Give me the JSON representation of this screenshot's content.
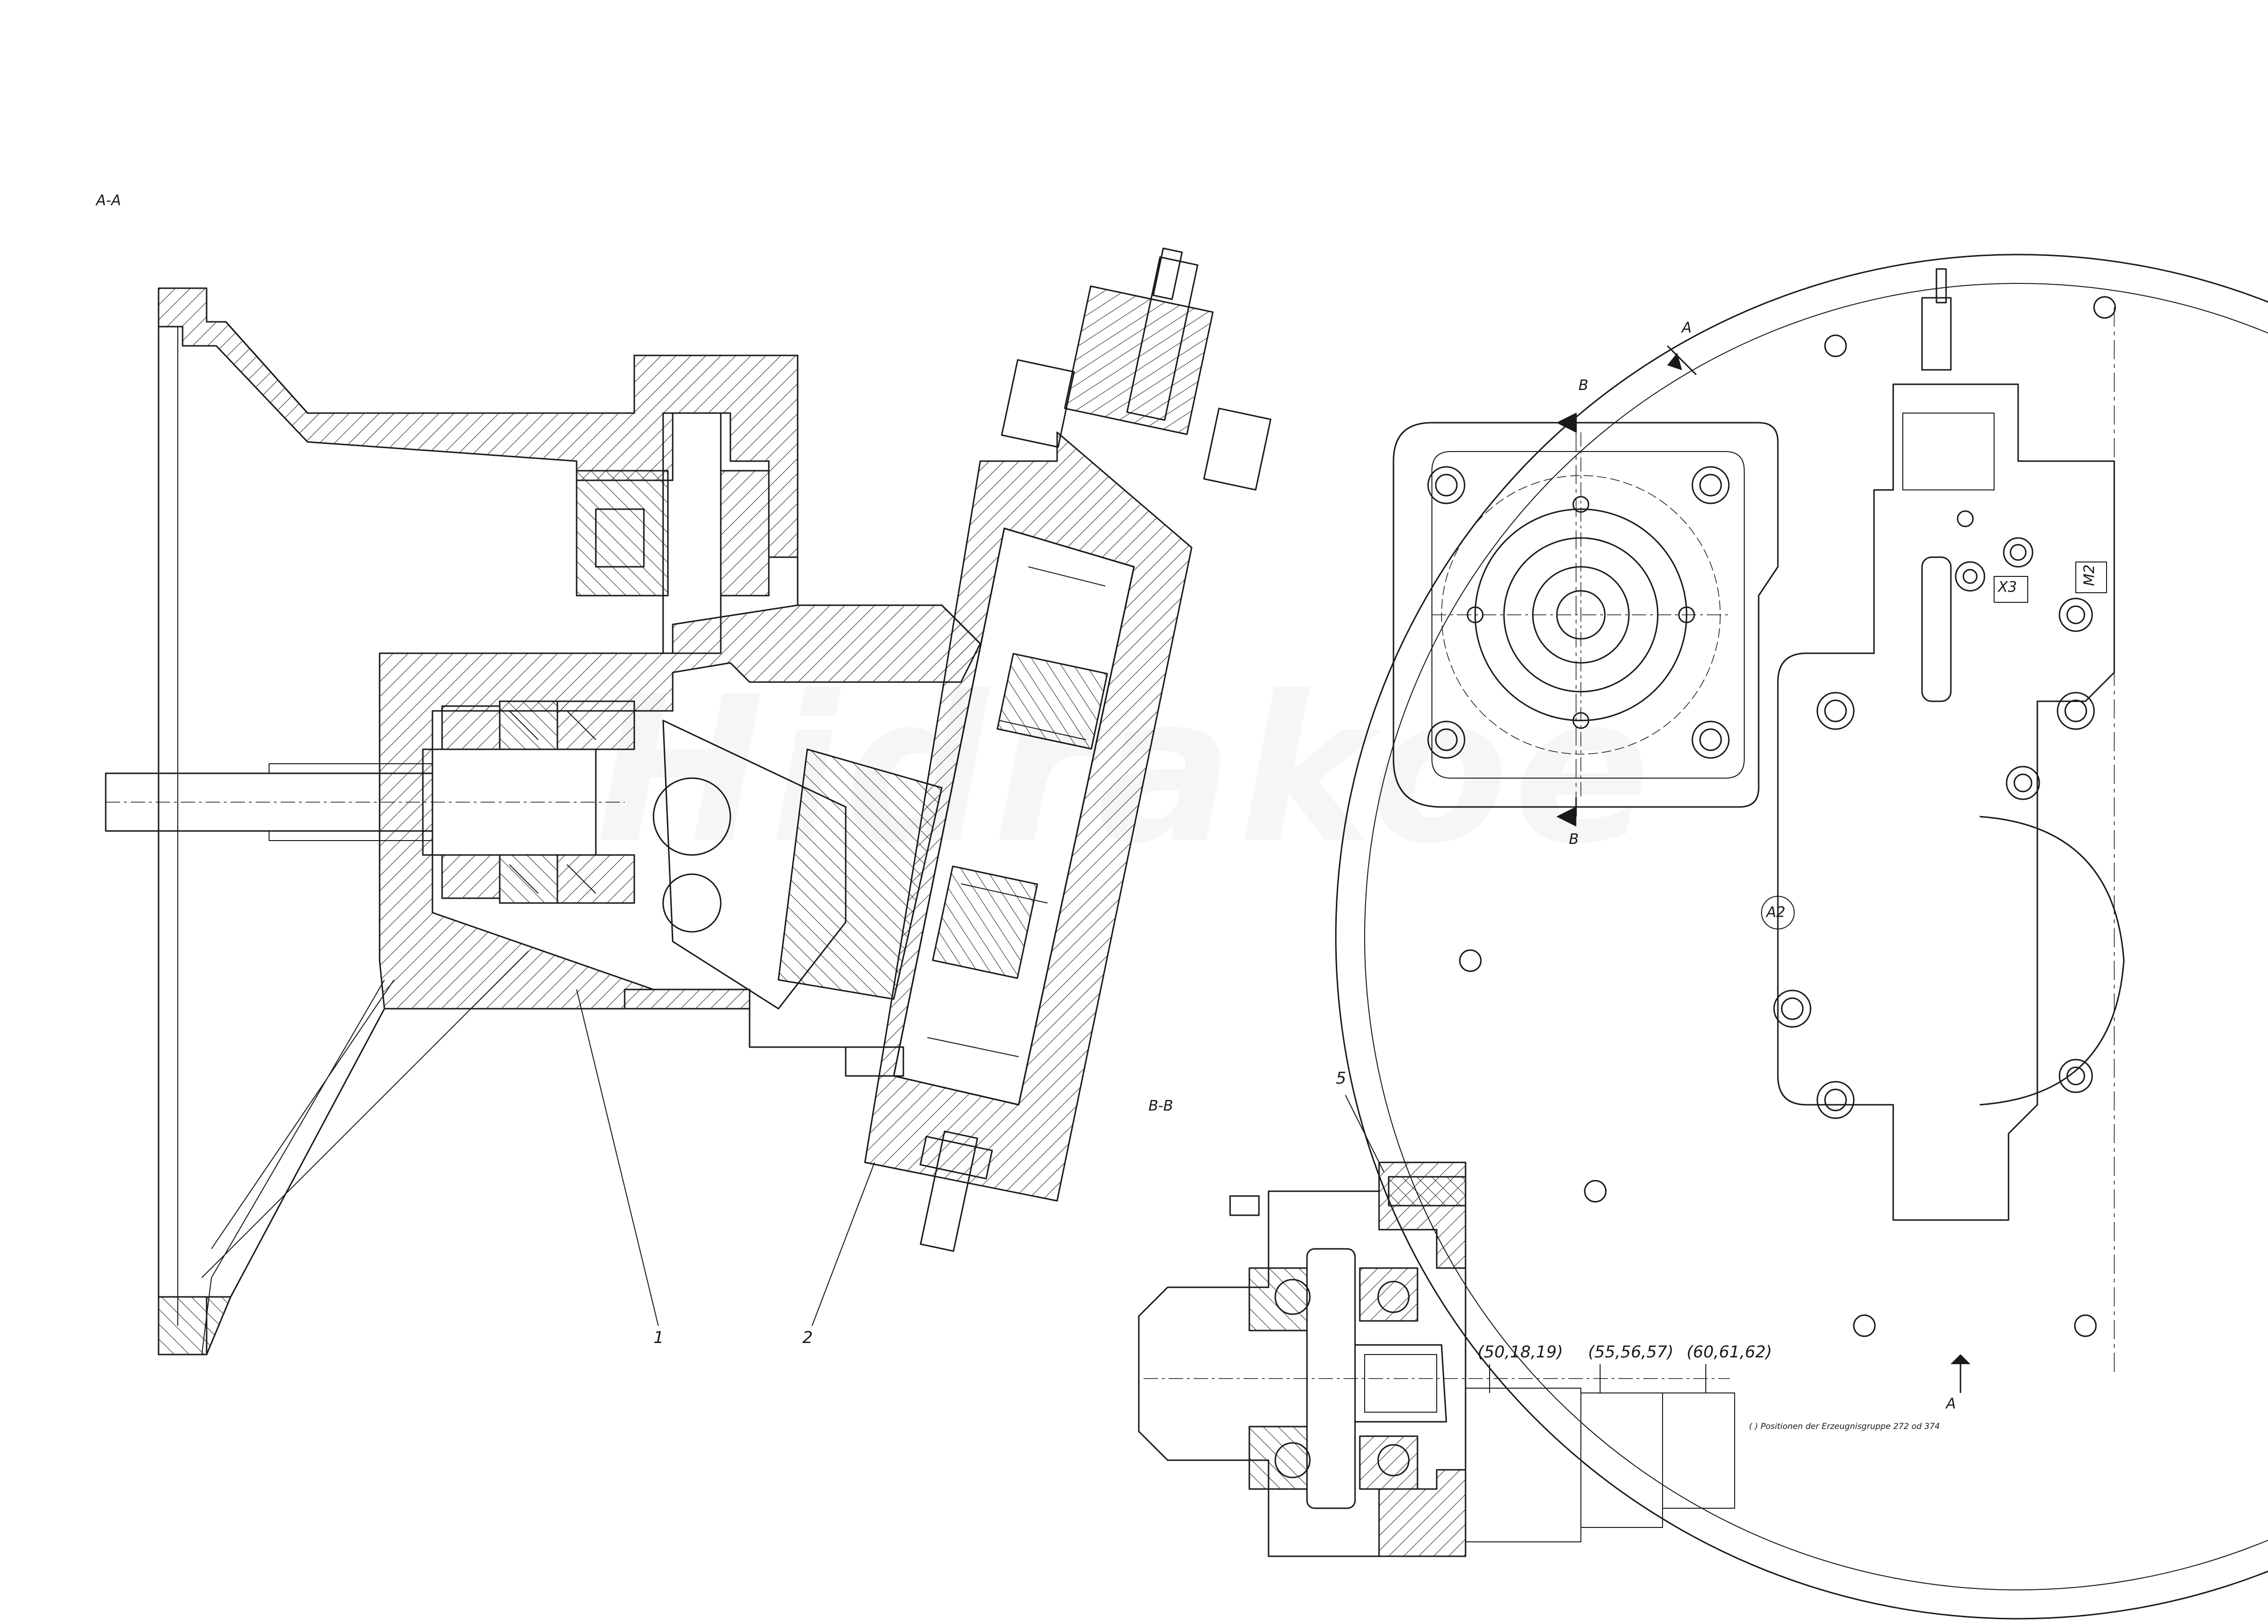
{
  "sections": {
    "aa": "A-A",
    "bb": "B-B"
  },
  "cut_marks": {
    "a_top": "A",
    "a_bottom": "A",
    "b_top": "B",
    "b_bottom": "B"
  },
  "ports": {
    "x3": "X3",
    "m2": "M2",
    "a2": "A2"
  },
  "callouts": {
    "c1": "1",
    "c2": "2",
    "c5": "5"
  },
  "positions": {
    "p1": "(50,18,19)",
    "p2": "(55,56,57)",
    "p3": "(60,61,62)"
  },
  "note": "( ) Positionen der Erzeugnisgruppe 272 od 374",
  "watermark": "Hidrakoe",
  "colors": {
    "ink": "#1a1a1a",
    "paper": "#ffffff"
  }
}
